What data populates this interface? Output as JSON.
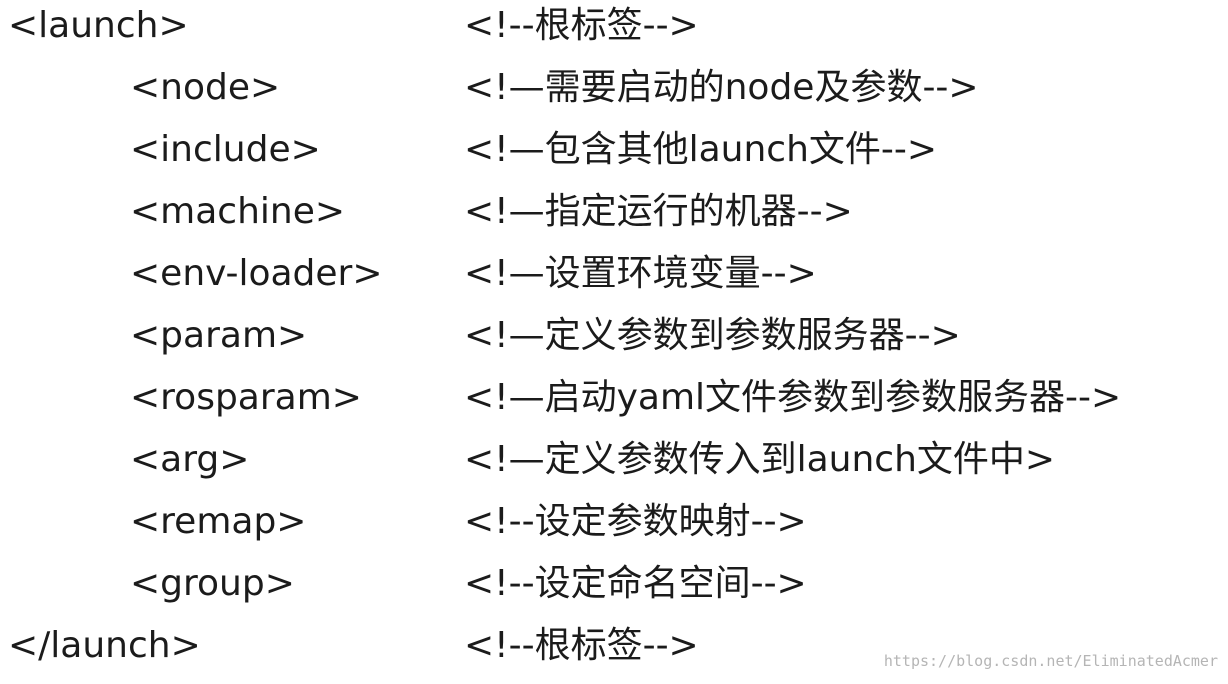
{
  "rows": [
    {
      "tag": "<launch>",
      "comment": "<!--根标签-->"
    },
    {
      "tag": "<node>",
      "comment": "<!—需要启动的node及参数-->"
    },
    {
      "tag": "<include>",
      "comment": "<!—包含其他launch文件-->"
    },
    {
      "tag": "<machine>",
      "comment": "<!—指定运行的机器-->"
    },
    {
      "tag": "<env-loader>",
      "comment": "<!—设置环境变量-->"
    },
    {
      "tag": "<param>",
      "comment": "<!—定义参数到参数服务器-->"
    },
    {
      "tag": "<rosparam>",
      "comment": "<!—启动yaml文件参数到参数服务器-->"
    },
    {
      "tag": "<arg>",
      "comment": "<!—定义参数传入到launch文件中>"
    },
    {
      "tag": "<remap>",
      "comment": "<!--设定参数映射-->"
    },
    {
      "tag": "<group>",
      "comment": "<!--设定命名空间-->"
    },
    {
      "tag": "</launch>",
      "comment": "<!--根标签-->"
    }
  ],
  "watermark": "https://blog.csdn.net/EliminatedAcmer"
}
